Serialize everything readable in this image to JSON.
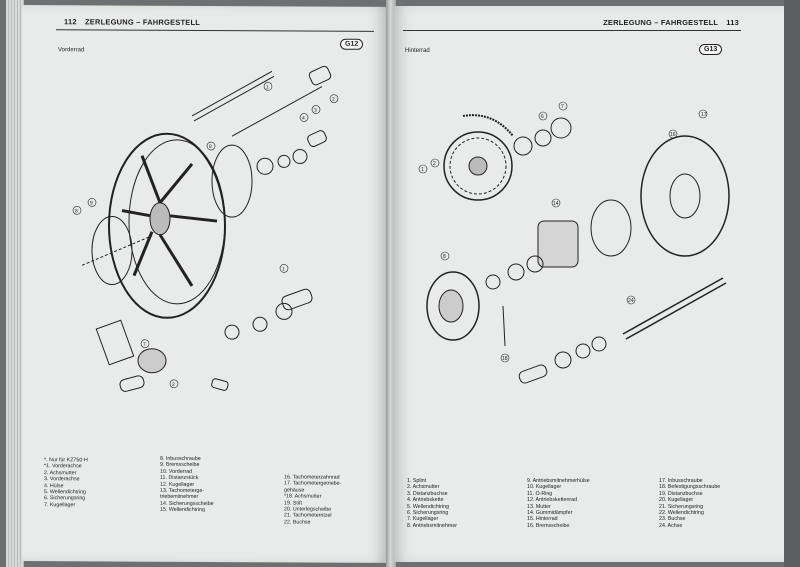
{
  "left_page": {
    "page_number": "112",
    "header_title": "ZERLEGUNG – FAHRGESTELL",
    "section_title": "Vorderrad",
    "figure_label": "G12",
    "legend": {
      "col1": [
        "*. Nur für KZ750-H",
        "*1. Vorderachse",
        "2. Achsmutter",
        "3. Vorderachse",
        "4. Hülse",
        "5. Wellendichtring",
        "6. Sicherungsring",
        "7. Kugellager"
      ],
      "col2": [
        "8. Inbusschraube",
        "9. Bremsscheibe",
        "10. Vorderrad",
        "11. Distanzstück",
        "12. Kugellager",
        "13. Tachometerge-",
        "    triebemitnehmer",
        "14. Sicherungsscheibe",
        "15. Wellendichtring"
      ],
      "col3": [
        "16. Tachometerzahnrad",
        "17. Tachometergetriebe-",
        "     gehäuse",
        "*18. Achsmutter",
        "19. Stift",
        "20. Unterlegscheibe",
        "21. Tachometerritzel",
        "22. Buchse"
      ]
    }
  },
  "right_page": {
    "page_number": "113",
    "header_title": "ZERLEGUNG – FAHRGESTELL",
    "section_title": "Hinterrad",
    "figure_label": "G13",
    "legend": {
      "col1": [
        "1. Splint",
        "2. Achsmutter",
        "3. Distanzbuchse",
        "4. Antriebskette",
        "5. Wellendichtring",
        "6. Sicherungsring",
        "7. Kugellager",
        "8. Antriebsmitnehmer"
      ],
      "col2": [
        "9. Antriebsmitnehmerhülse",
        "10. Kugellager",
        "11. O-Ring",
        "12. Antriebskettenrad",
        "13. Mutter",
        "14. Gummidämpfer",
        "15. Hinterrad",
        "16. Bremsscheibe"
      ],
      "col3": [
        "17. Inbusschraube",
        "18. Befestigungsschraube",
        "19. Distanzbuchse",
        "20. Kugellager",
        "21. Sicherungsring",
        "22. Wellendichtring",
        "23. Buchse",
        "24. Achse"
      ]
    }
  },
  "colors": {
    "paper": "#e9ebea",
    "ink": "#1f1f1f",
    "background": "#6e6f70"
  }
}
